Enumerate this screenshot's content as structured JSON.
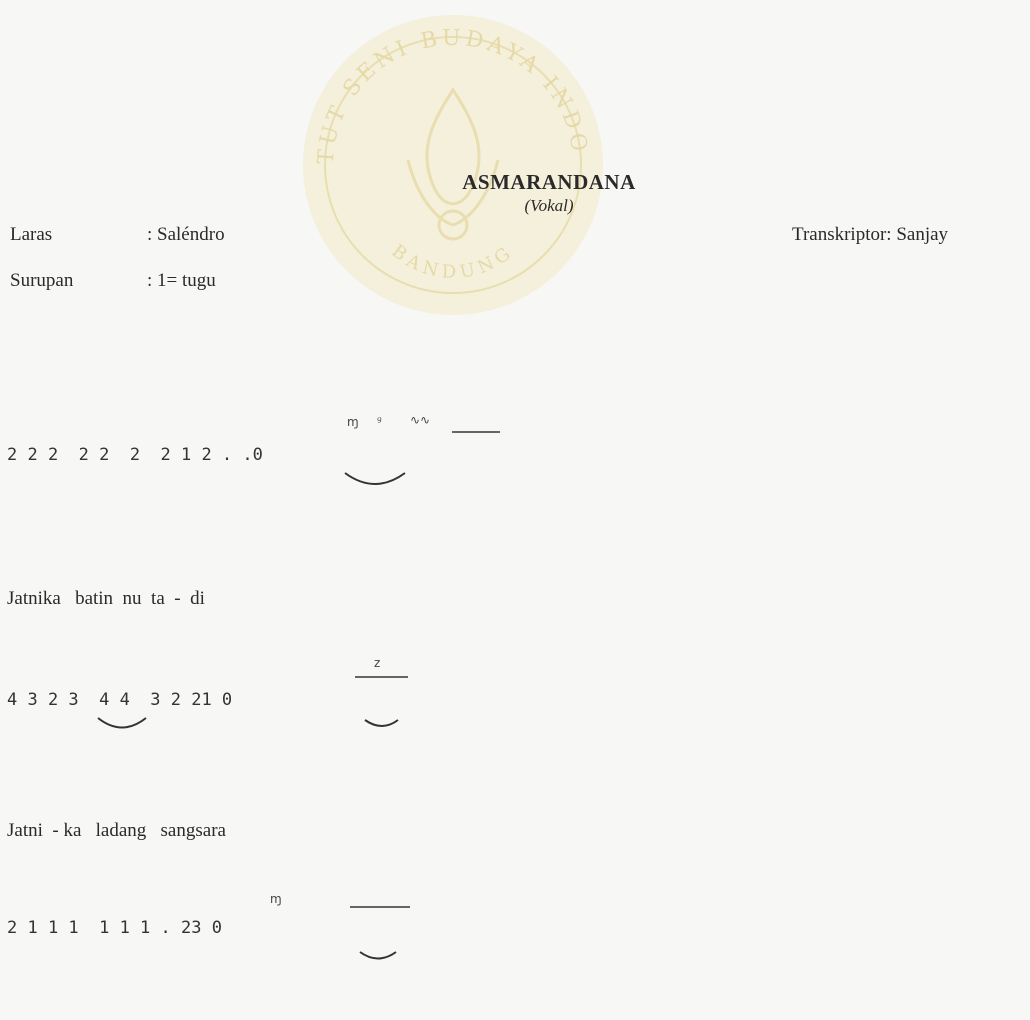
{
  "watermark": {
    "text_top": "INSTITUT SENI BUDAYA INDONESIA",
    "text_bottom": "BANDUNG"
  },
  "title": "ASMARANDANA",
  "subtitle": "(Vokal)",
  "meta": {
    "laras_label": "Laras",
    "laras_value": ": Saléndro",
    "surupan_label": "Surupan",
    "surupan_value": ": 1= tugu",
    "transcriber": "Transkriptor: Sanjay"
  },
  "lines": [
    {
      "notation": "2 2 2  2 2  2  2 1 2 . .0",
      "ornaments": [
        "ɱ",
        "ᶢ",
        "∿∿"
      ],
      "lyric": "Jatnika   batin  nu  ta  -  di"
    },
    {
      "notation": "4 3 2 3  4 4  3 2 21 0",
      "ornaments": [
        "z"
      ],
      "lyric": "Jatni  - ka   ladang   sangsara"
    },
    {
      "notation": "2 1 1 1  1 1 1 . 23 0",
      "ornaments": [
        "ɱ"
      ],
      "lyric": ""
    }
  ]
}
